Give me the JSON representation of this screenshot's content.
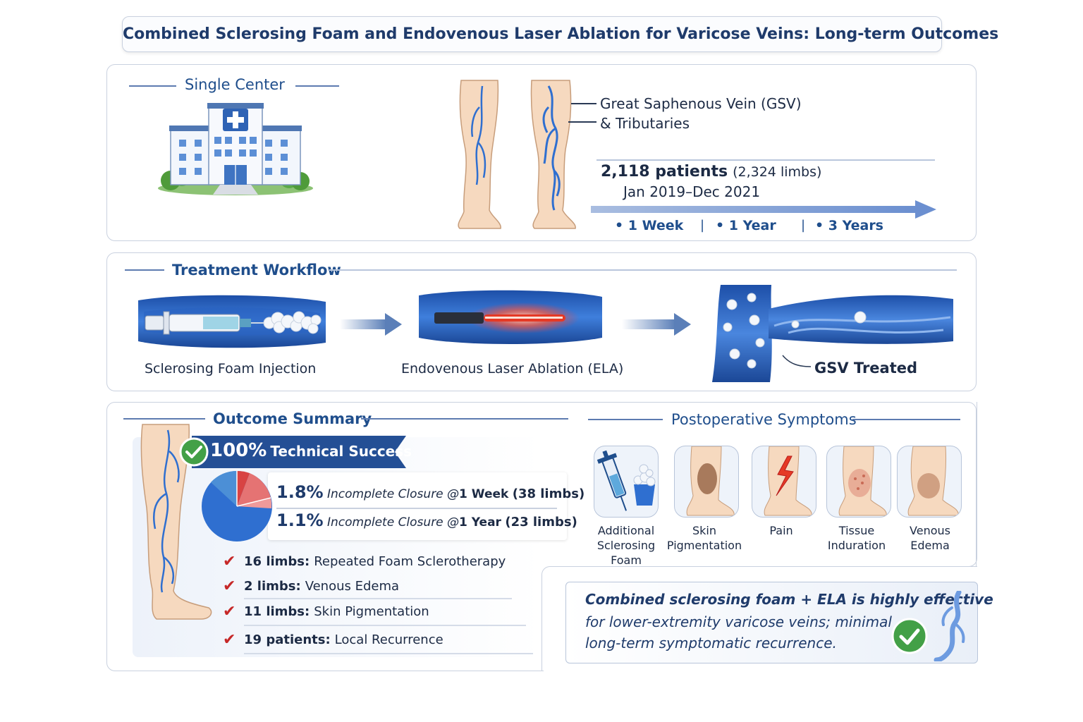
{
  "title": "Combined Sclerosing Foam and Endovenous Laser Ablation for Varicose Veins: Long-term Outcomes",
  "study": {
    "center_label": "Single Center",
    "vein_label_line1": "Great Saphenous Vein (GSV)",
    "vein_label_line2": "& Tributaries",
    "patients_bold": "2,118 patients",
    "limbs": "(2,324 limbs)",
    "period": "Jan 2019–Dec 2021",
    "followups": [
      "• 1 Week",
      "• 1 Year",
      "• 3 Years"
    ],
    "separator": "|"
  },
  "workflow": {
    "title": "Treatment Workflow",
    "steps": [
      "Sclerosing Foam Injection",
      "Endovenous Laser Ablation (ELA)",
      "GSV Treated"
    ]
  },
  "outcome": {
    "title": "Outcome Summary",
    "success_value": "100%",
    "success_label": "Technical Success",
    "closure": [
      {
        "value": "1.8%",
        "text": "Incomplete Closure @",
        "time": "1 Week",
        "limbs": "(38 limbs)"
      },
      {
        "value": "1.1%",
        "text": "Incomplete Closure @",
        "time": "1 Year",
        "limbs": "(23 limbs)"
      }
    ],
    "items": [
      {
        "count": "16 limbs:",
        "text": "Repeated Foam Sclerotherapy"
      },
      {
        "count": "2 limbs:",
        "text": "Venous Edema"
      },
      {
        "count": "11 limbs:",
        "text": "Skin Pigmentation"
      },
      {
        "count": "19 patients:",
        "text": "Local Recurrence"
      }
    ]
  },
  "symptoms": {
    "title": "Postoperative Symptoms",
    "items": [
      {
        "line1": "Additional",
        "line2": "Sclerosing Foam"
      },
      {
        "line1": "Skin",
        "line2": "Pigmentation"
      },
      {
        "line1": "Pain",
        "line2": ""
      },
      {
        "line1": "Tissue",
        "line2": "Induration"
      },
      {
        "line1": "Venous",
        "line2": "Edema"
      }
    ]
  },
  "conclusion": {
    "line1": "Combined sclerosing foam + ELA is highly effective",
    "line2": "for lower-extremity varicose veins; minimal",
    "line3": "long-term symptomatic recurrence."
  },
  "colors": {
    "title": "#1f3b6b",
    "accent": "#1f4e8c",
    "vein": "#2f6fd0",
    "check_red": "#c62828",
    "success_green": "#43a047"
  }
}
